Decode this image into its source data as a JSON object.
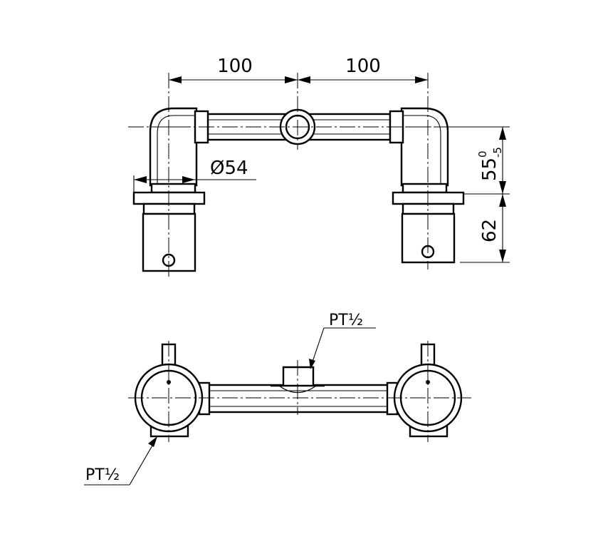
{
  "drawing": {
    "top_view": {
      "dim_left": "100",
      "dim_right": "100",
      "diameter": "Ø54",
      "height_main": "55",
      "height_tol_upper": "0",
      "height_tol_lower": "-5",
      "height_base": "62"
    },
    "front_view": {
      "inlet_label": "PT½",
      "outlet_label": "PT½"
    }
  }
}
